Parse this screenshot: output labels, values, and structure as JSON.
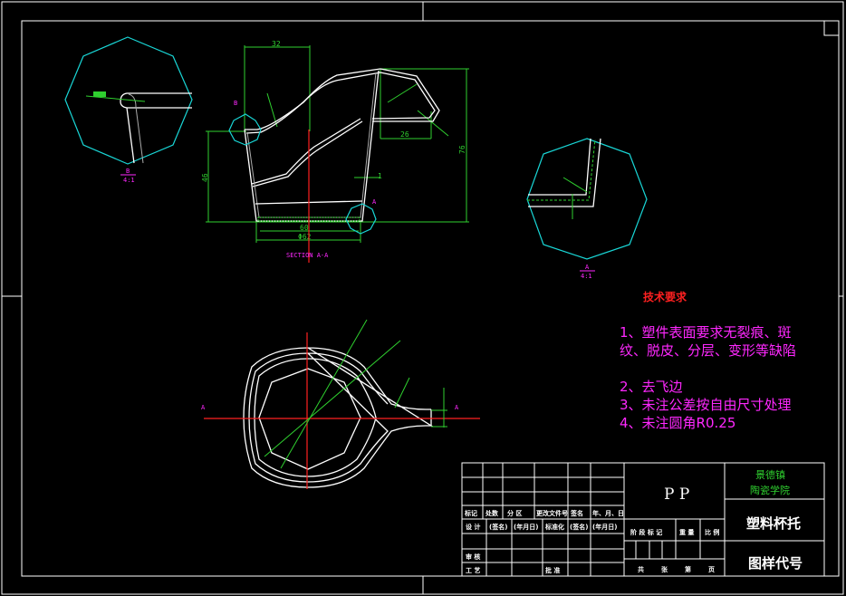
{
  "section_view": {
    "dimensions": {
      "top_width": "32",
      "right_width": "26",
      "height": "76",
      "left_height": "46",
      "bottom_inner": "60",
      "bottom_outer": "Φ62",
      "wall": "1"
    },
    "detail_marks": {
      "b": "B",
      "a": "A"
    },
    "label": "SECTION A-A"
  },
  "detail_b": {
    "letter": "B",
    "scale": "4:1"
  },
  "detail_a": {
    "letter": "A",
    "scale": "4:1"
  },
  "plan_view": {
    "section_marks": [
      "A",
      "A"
    ]
  },
  "tech_requirements": {
    "title": "技术要求",
    "items": [
      "1、塑件表面要求无裂痕、斑纹、脱皮、分层、变形等缺陷",
      "2、去飞边",
      "3、未注公差按自由尺寸处理",
      "4、未注圆角R0.25"
    ]
  },
  "title_block": {
    "material": "P P",
    "school_line1": "景德镇",
    "school_line2": "陶瓷学院",
    "part_name": "塑料杯托",
    "drawing_code": "图样代号",
    "row_headers": [
      "标记",
      "处数",
      "分 区",
      "更改文件号",
      "签名",
      "年、月、日"
    ],
    "row_design": [
      "设 计",
      "(签名)",
      "(年月日)",
      "标准化",
      "(签名)",
      "(年月日)"
    ],
    "stage_headers": [
      "阶 段 标 记",
      "重 量",
      "比 例"
    ],
    "review": "审 核",
    "process": "工 艺",
    "approve": "批 准",
    "sheets": [
      "共",
      "张",
      "第",
      "页"
    ]
  },
  "colors": {
    "geometry": "#ffffff",
    "dimension": "#2fd02f",
    "detail_circle": "#19d6d6",
    "centerline": "#ff2020",
    "annotation": "#ff28ff"
  }
}
